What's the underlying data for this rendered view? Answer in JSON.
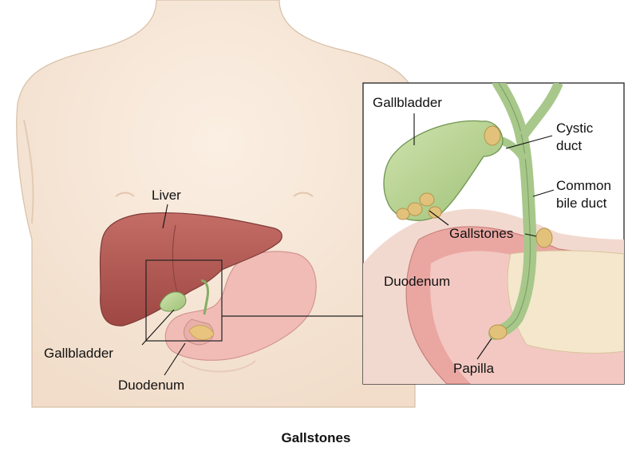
{
  "caption": "Gallstones",
  "left_panel": {
    "labels": {
      "liver": "Liver",
      "gallbladder": "Gallbladder",
      "duodenum": "Duodenum"
    }
  },
  "inset": {
    "labels": {
      "gallbladder": "Gallbladder",
      "cystic_duct_line1": "Cystic",
      "cystic_duct_line2": "duct",
      "common_bile_duct_line1": "Common",
      "common_bile_duct_line2": "bile duct",
      "gallstones": "Gallstones",
      "duodenum": "Duodenum",
      "papilla": "Papilla"
    }
  },
  "colors": {
    "skin": "#f6e6d6",
    "skin_outline": "#d9c0a8",
    "liver": "#b85a55",
    "gallbladder": "#bcd59a",
    "duct": "#a9c98c",
    "stone": "#e2c27a",
    "duodenum": "#eaa7a2",
    "duodenum_inner": "#f4cfca"
  }
}
